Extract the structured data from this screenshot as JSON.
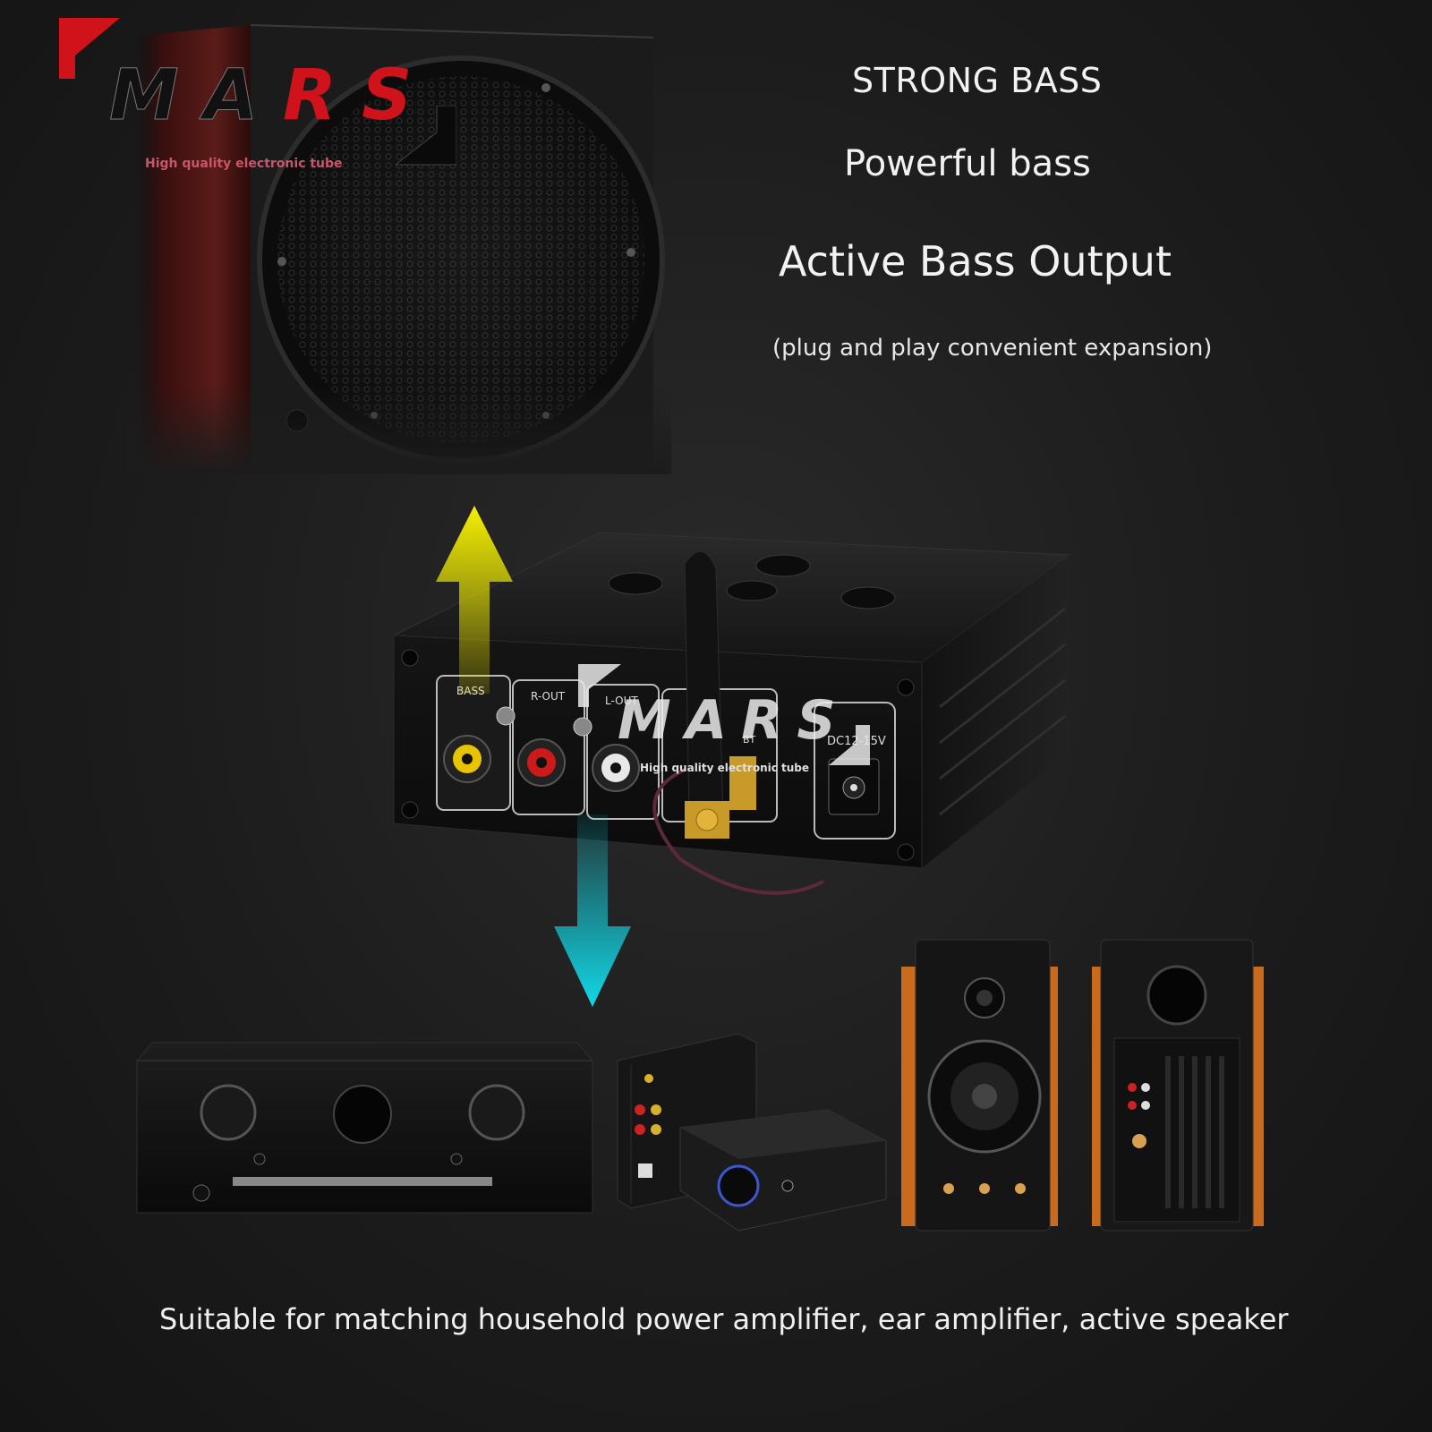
{
  "headline": "STRONG BASS",
  "subheadline": "Powerful bass",
  "feature": "Active Bass Output",
  "feature_note": "(plug and play convenient expansion)",
  "footer": "Suitable for matching household power amplifier, ear amplifier, active speaker",
  "brand": {
    "letters": [
      "M",
      "A",
      "R",
      "S"
    ],
    "tagline": "High quality electronic tube",
    "accent_color": "#d0121b"
  },
  "device_labels": {
    "bass": "BASS",
    "r_out": "R-OUT",
    "l_out": "L-OUT",
    "bt": "BT",
    "dc": "DC12-15V"
  },
  "arrow_colors": {
    "up": "#f5f000",
    "down": "#12d8e6"
  }
}
